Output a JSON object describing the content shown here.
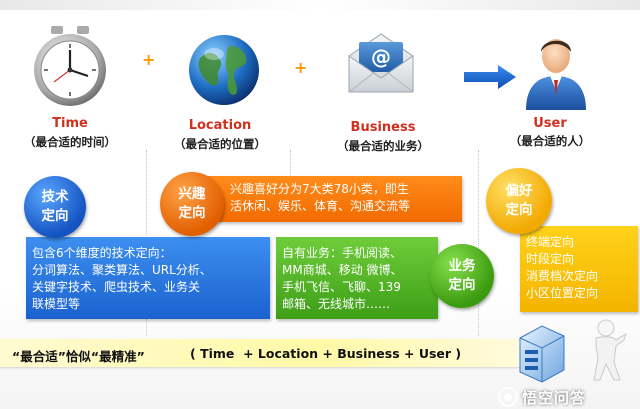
{
  "columns": {
    "time": {
      "title": "Time",
      "subtitle": "（最合适的时间）",
      "icon": "clock-icon"
    },
    "location": {
      "title": "Location",
      "subtitle": "（最合适的位置）",
      "icon": "globe-icon"
    },
    "business": {
      "title": "Business",
      "subtitle": "（最合适的业务）",
      "icon": "mail-icon"
    },
    "user": {
      "title": "User",
      "subtitle": "（最合适的人）",
      "icon": "person-icon"
    }
  },
  "operators": {
    "plus": "+",
    "arrow": "arrow-right-icon"
  },
  "tech": {
    "circle": [
      "技术",
      "定向"
    ],
    "lines": [
      "包含6个维度的技术定向：",
      "分词算法、聚类算法、URL分析、",
      "关键字技术、爬虫技术、业务关",
      "联模型等"
    ]
  },
  "interest": {
    "circle": [
      "兴趣",
      "定向"
    ],
    "lines": [
      "兴趣喜好分为7大类78小类，即生",
      "活休闲、娱乐、体育、沟通交流等"
    ]
  },
  "business_box": {
    "circle": [
      "业务",
      "定向"
    ],
    "lines": [
      "自有业务：手机阅读、",
      "MM商城、移动 微博、",
      "手机飞信、飞聊、139",
      "邮箱、无线城市……"
    ]
  },
  "preference": {
    "circle": [
      "偏好",
      "定向"
    ],
    "lines": [
      "终端定向",
      "时段定向",
      "消费档次定向",
      "小区位置定向"
    ]
  },
  "banner": {
    "left": "“最合适”恰似“最精准”",
    "right": "( Time  + Location + Business + User )"
  },
  "watermark": {
    "text": "悟空问答"
  },
  "colors": {
    "red_title": "#d0301f",
    "blue": "#1f6fd6",
    "orange": "#ff7a00",
    "green": "#5bbf2a",
    "yellow": "#ffcc00",
    "banner": "#fff9a8"
  }
}
